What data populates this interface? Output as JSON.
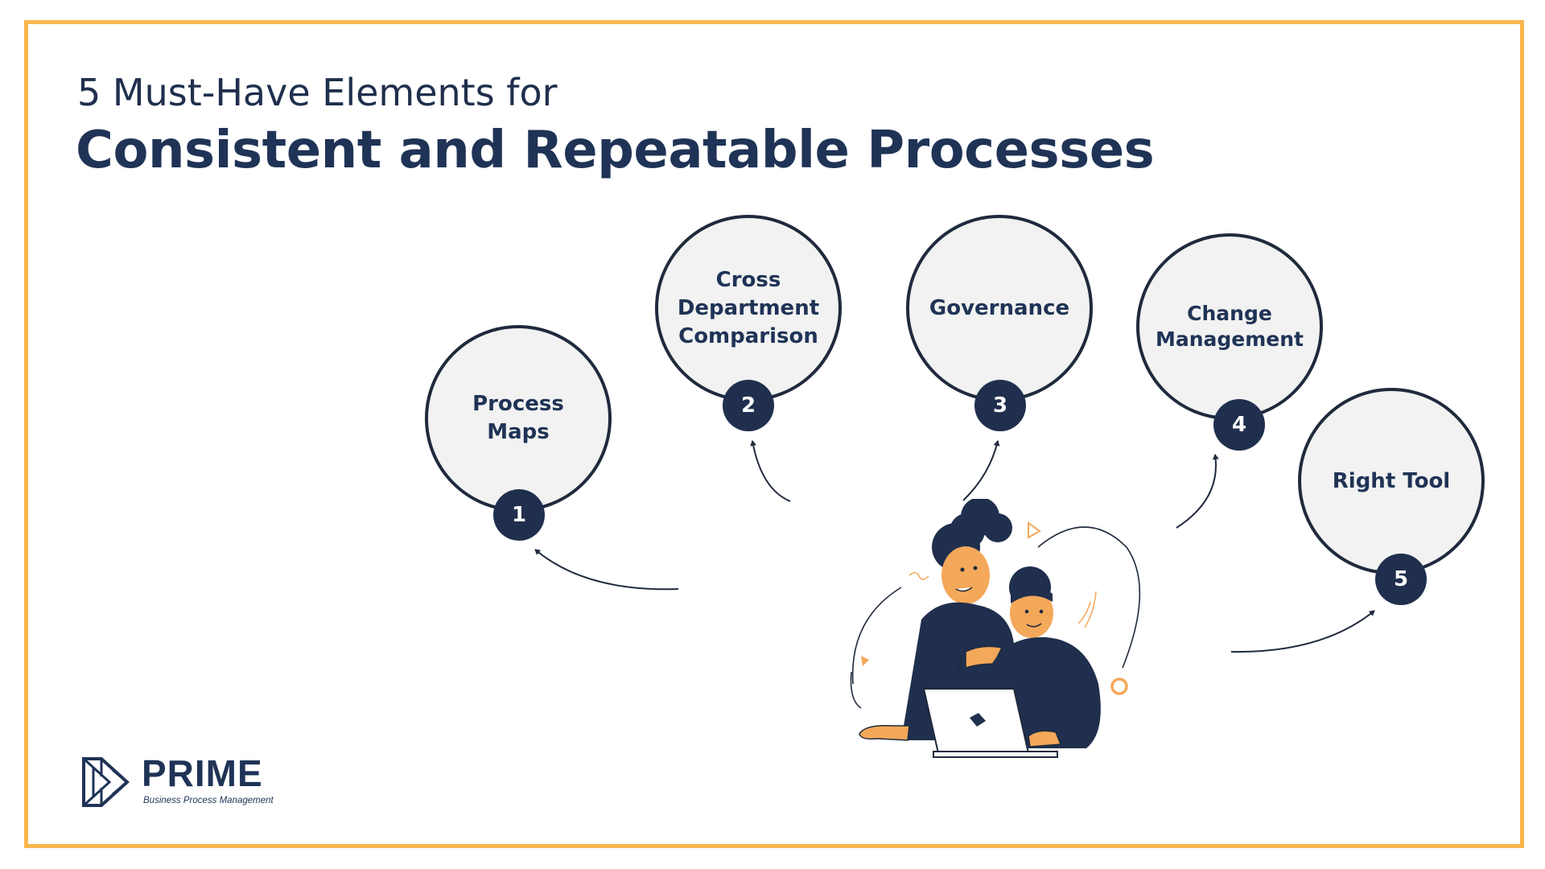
{
  "header": {
    "subtitle": "5 Must-Have Elements for",
    "title": "Consistent and Repeatable Processes"
  },
  "elements": [
    {
      "number": "1",
      "label": "Process\nMaps"
    },
    {
      "number": "2",
      "label": "Cross\nDepartment\nComparison"
    },
    {
      "number": "3",
      "label": "Governance"
    },
    {
      "number": "4",
      "label": "Change\nManagement"
    },
    {
      "number": "5",
      "label": "Right Tool"
    }
  ],
  "logo": {
    "name": "PRIME",
    "tagline": "Business Process Management"
  },
  "colors": {
    "frame": "#f9b54c",
    "navy": "#1f2f4d",
    "circle_fill": "#f1f2f1",
    "accent": "#f4a85a"
  },
  "icons": {
    "illustration": "two-people-at-laptop-illustration",
    "logo_mark": "prime-logo-mark-icon"
  }
}
